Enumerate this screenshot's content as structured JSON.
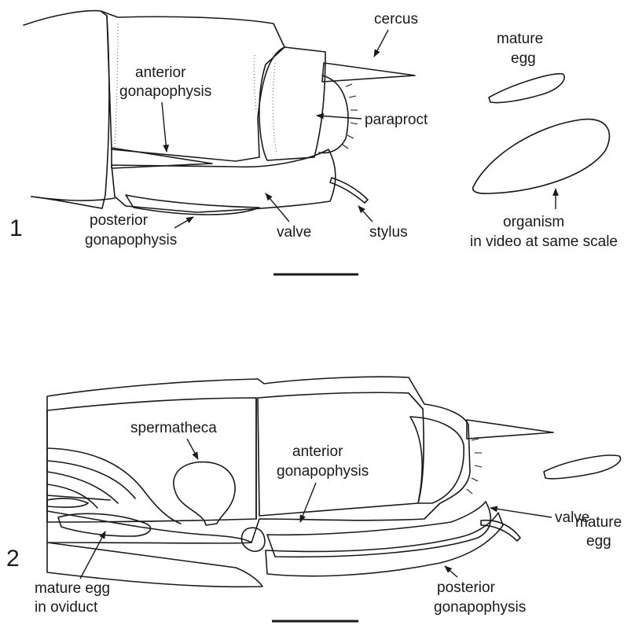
{
  "figure1": {
    "panel_number": "1",
    "labels": {
      "cercus": "cercus",
      "mature_egg_line1": "mature",
      "mature_egg_line2": "egg",
      "anterior_gonapophysis_line1": "anterior",
      "anterior_gonapophysis_line2": "gonapophysis",
      "paraproct": "paraproct",
      "posterior_gonapophysis_line1": "posterior",
      "posterior_gonapophysis_line2": "gonapophysis",
      "valve": "valve",
      "stylus": "stylus",
      "organism_line1": "organism",
      "organism_line2": "in video at same scale"
    }
  },
  "figure2": {
    "panel_number": "2",
    "labels": {
      "spermatheca": "spermatheca",
      "anterior_gonapophysis_line1": "anterior",
      "anterior_gonapophysis_line2": "gonapophysis",
      "valve": "valve",
      "mature_egg_line1": "mature",
      "mature_egg_line2": "egg",
      "mature_egg_oviduct_line1": "mature egg",
      "mature_egg_oviduct_line2": "in oviduct",
      "posterior_gonapophysis_line1": "posterior",
      "posterior_gonapophysis_line2": "gonapophysis"
    }
  },
  "colors": {
    "ink": "#1a1a1a",
    "paper": "#ffffff",
    "shade": "#9a9a9a"
  }
}
